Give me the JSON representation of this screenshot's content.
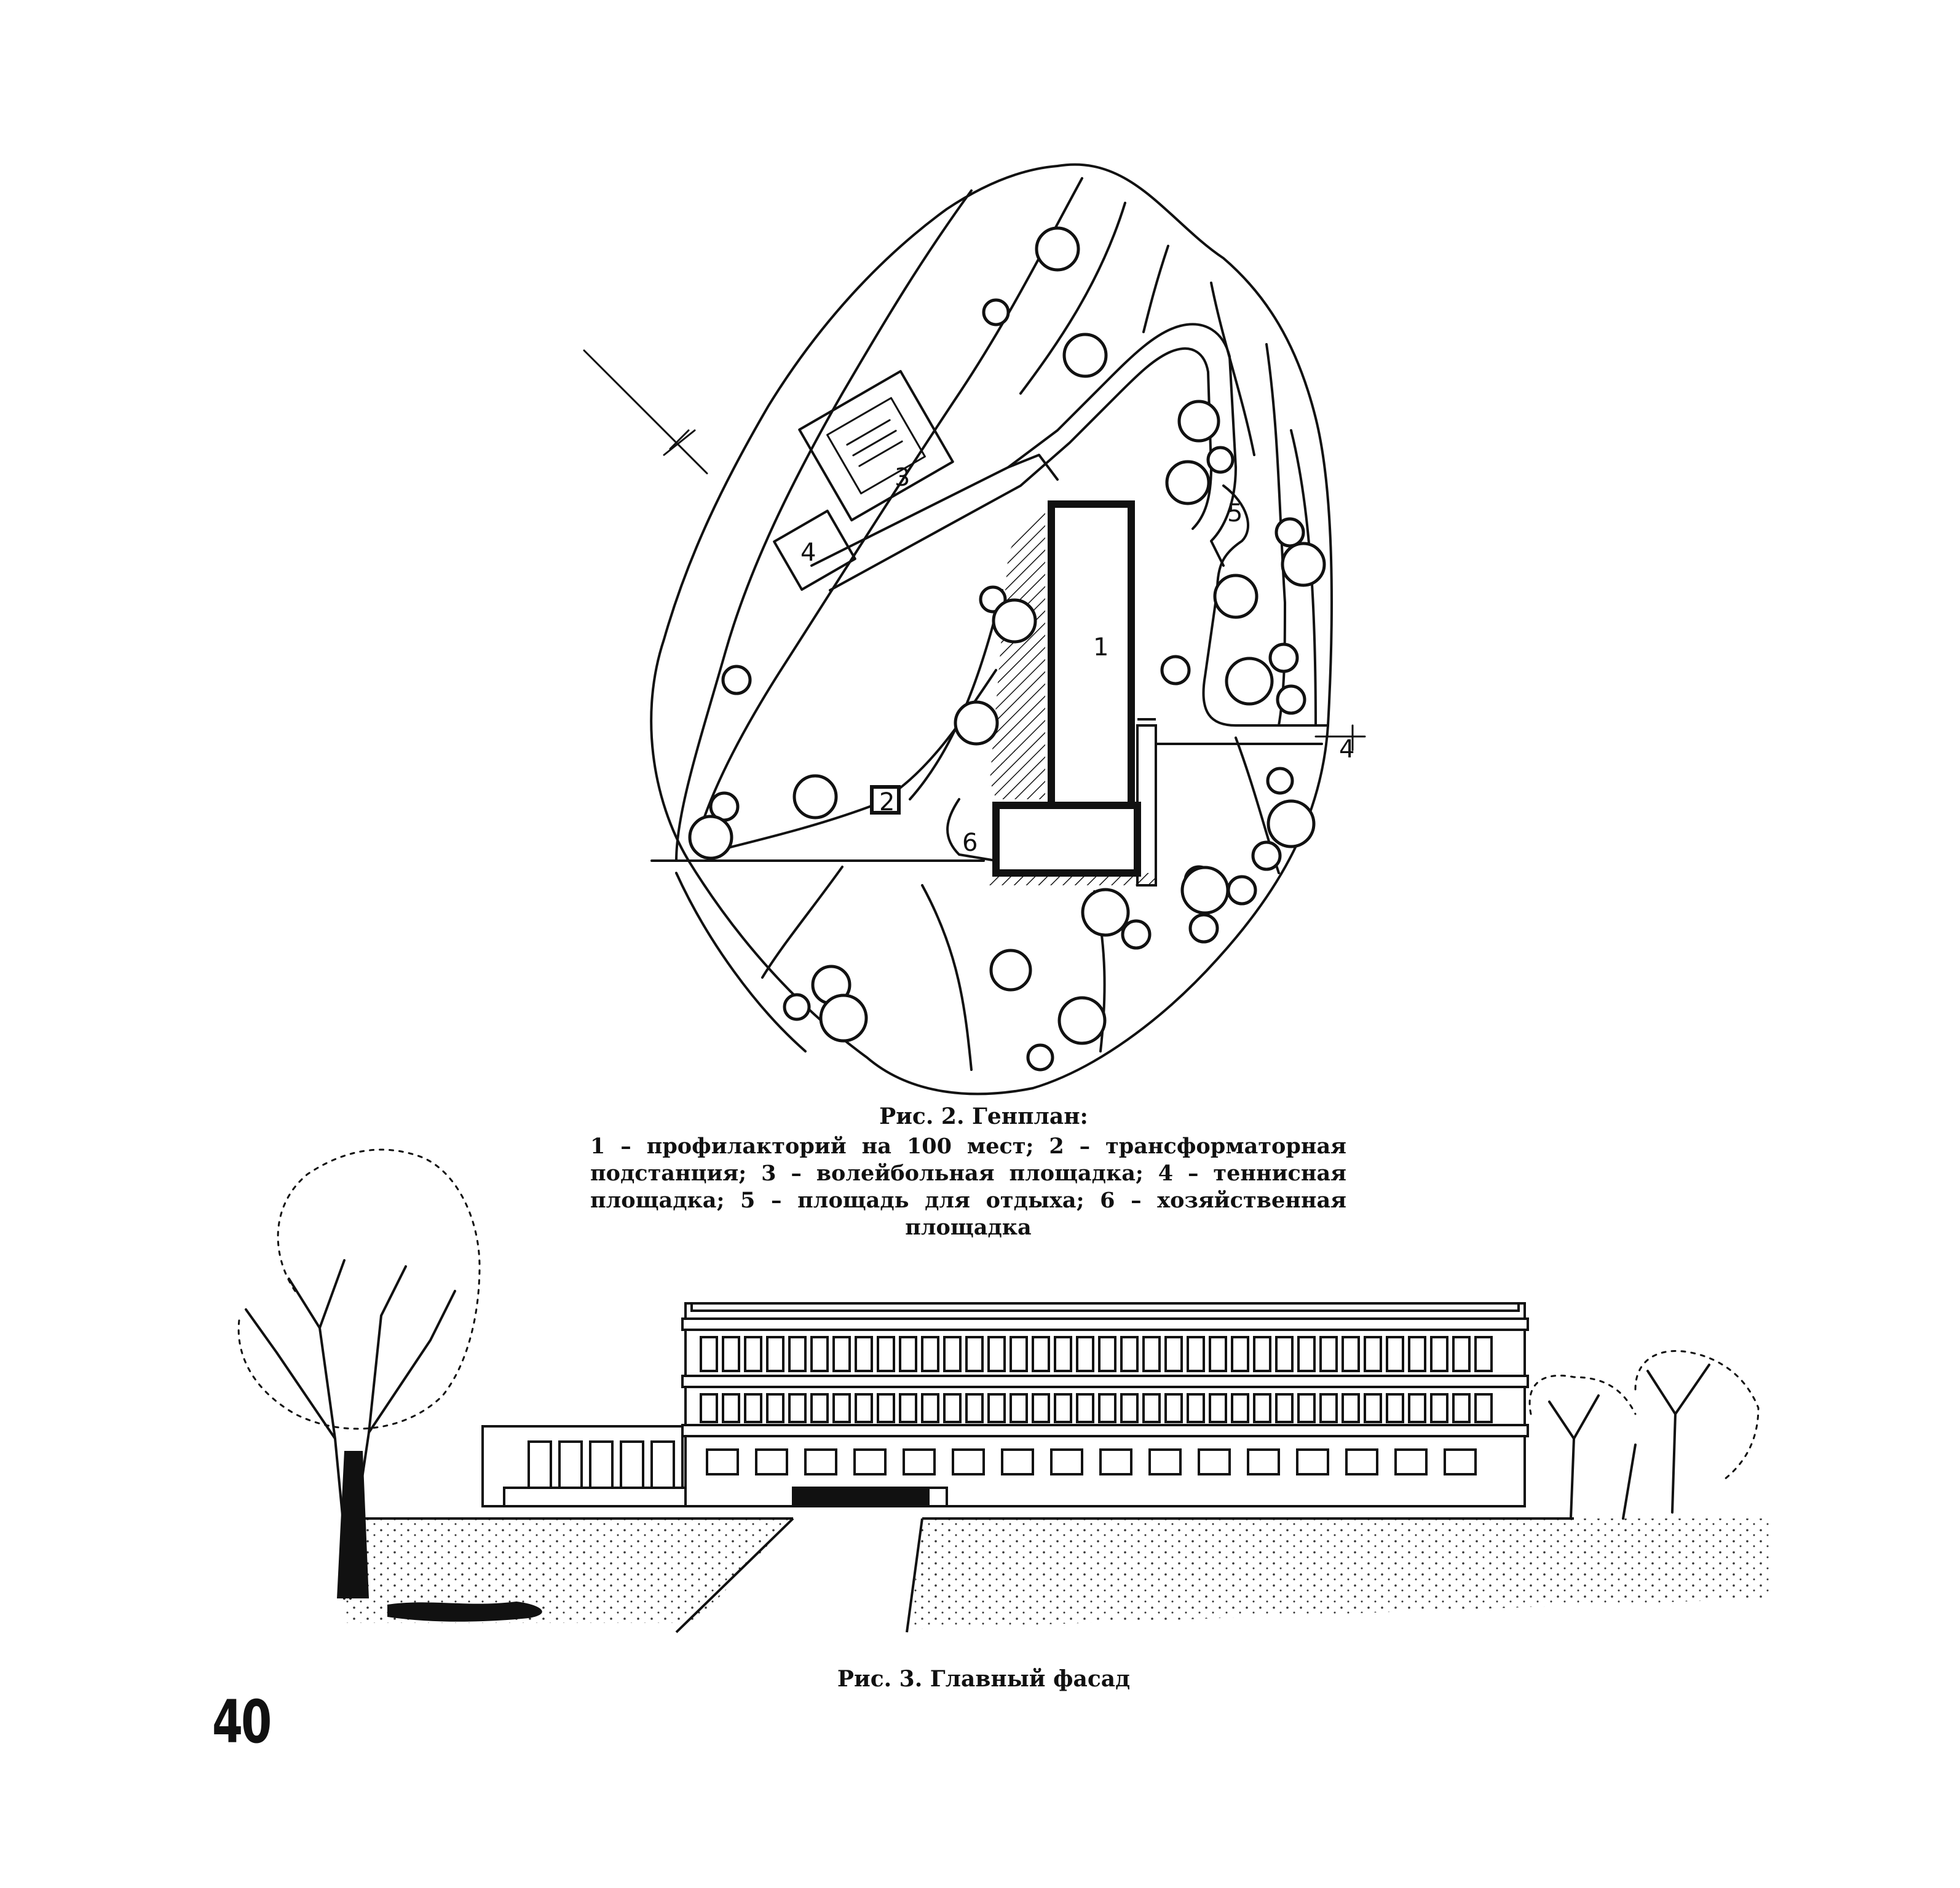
{
  "figure2": {
    "title": "Рис. 2. Генплан:",
    "legend": "1 – профилакторий на 100 мест; 2 – трансформаторная подстанция; 3 – волейбольная площадка; 4 – теннисная площадка; 5 – площадь для отдыха; 6 – хозяйственная площадка",
    "plan_labels": {
      "one": "1",
      "two": "2",
      "three": "3",
      "four": "4",
      "five": "5",
      "six": "6"
    },
    "section_mark": "4"
  },
  "figure3": {
    "title": "Рис. 3. Главный фасад"
  },
  "page_number": "40"
}
